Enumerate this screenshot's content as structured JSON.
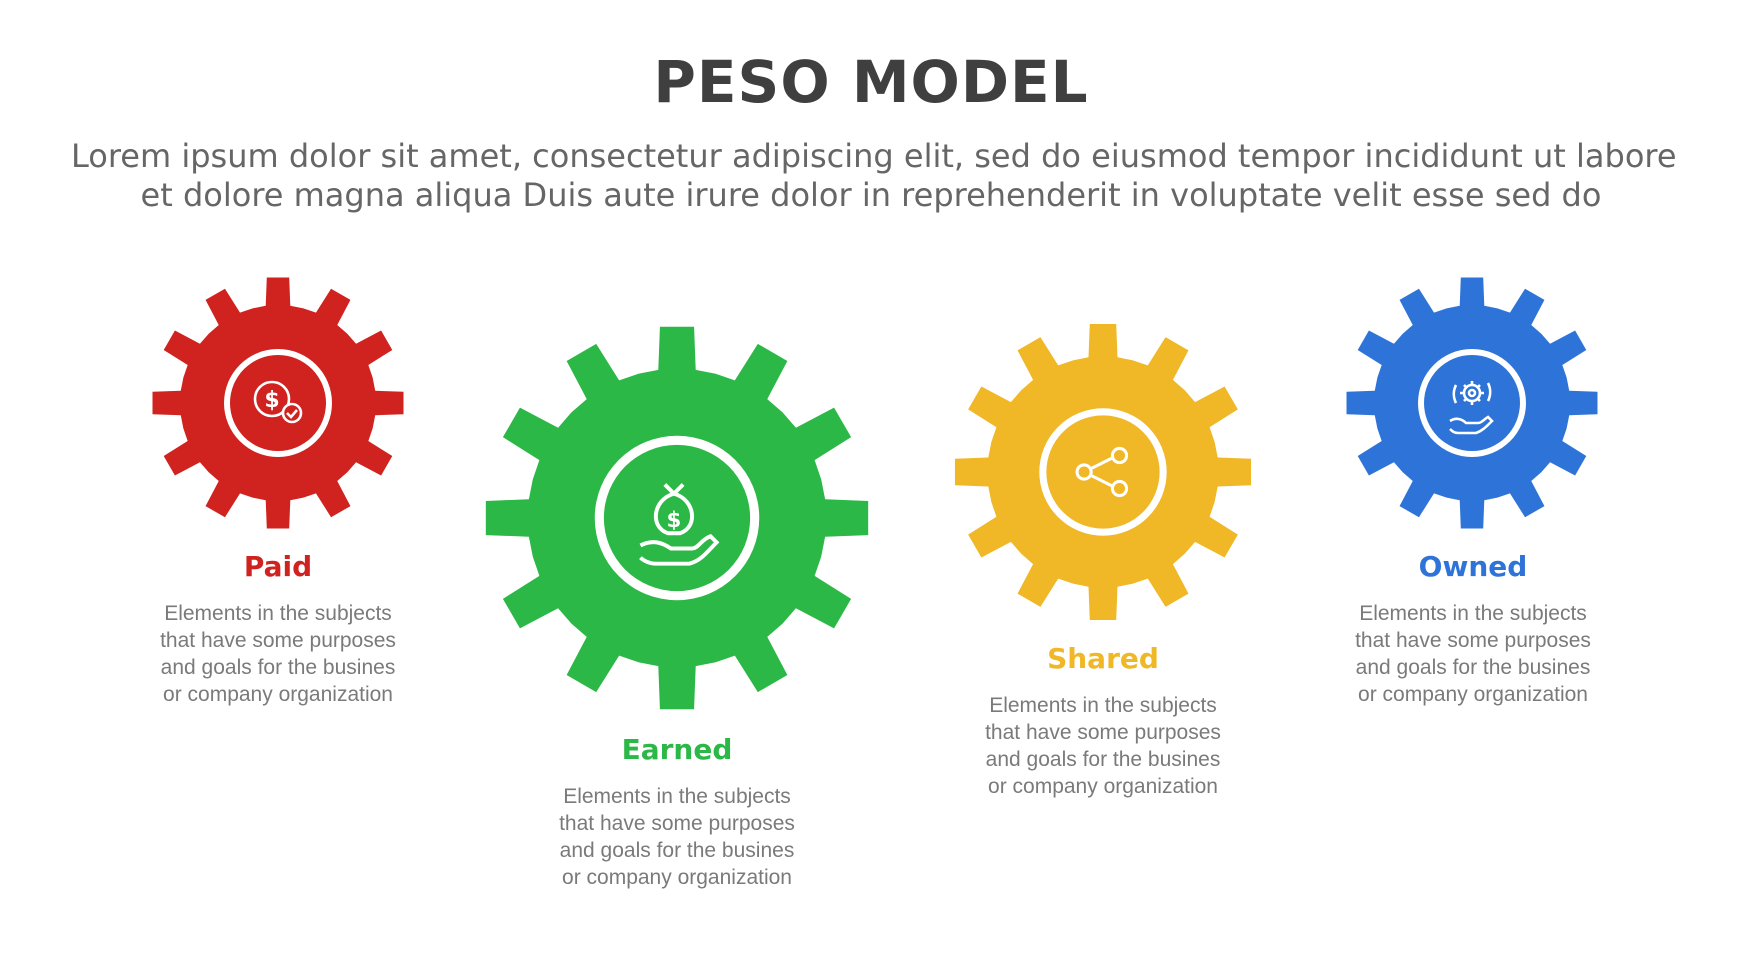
{
  "header": {
    "title": "PESO MODEL",
    "subtitle_lines": [
      "Lorem ipsum dolor sit amet, consectetur adipiscing elit, sed do eiusmod tempor incididunt ut labore",
      "et dolore magna aliqua Duis aute irure dolor in reprehenderit in voluptate velit esse sed do"
    ]
  },
  "items": [
    {
      "label": "Paid",
      "color": "#d0221f",
      "icon": "dollar-coin-check-icon",
      "desc_lines": [
        "Elements in the subjects",
        "that have some purposes",
        "and goals for the  busines",
        "or company organization"
      ]
    },
    {
      "label": "Earned",
      "color": "#2bb846",
      "icon": "money-bag-hand-icon",
      "desc_lines": [
        "Elements in the subjects",
        "that have some purposes",
        "and goals for the  busines",
        "or company organization"
      ]
    },
    {
      "label": "Shared",
      "color": "#f0b726",
      "icon": "share-icon",
      "desc_lines": [
        "Elements in the subjects",
        "that have some purposes",
        "and goals for the  busines",
        "or company organization"
      ]
    },
    {
      "label": "Owned",
      "color": "#2e74d8",
      "icon": "gear-hand-icon",
      "desc_lines": [
        "Elements in the subjects",
        "that have some purposes",
        "and goals for the  busines",
        "or company organization"
      ]
    }
  ]
}
